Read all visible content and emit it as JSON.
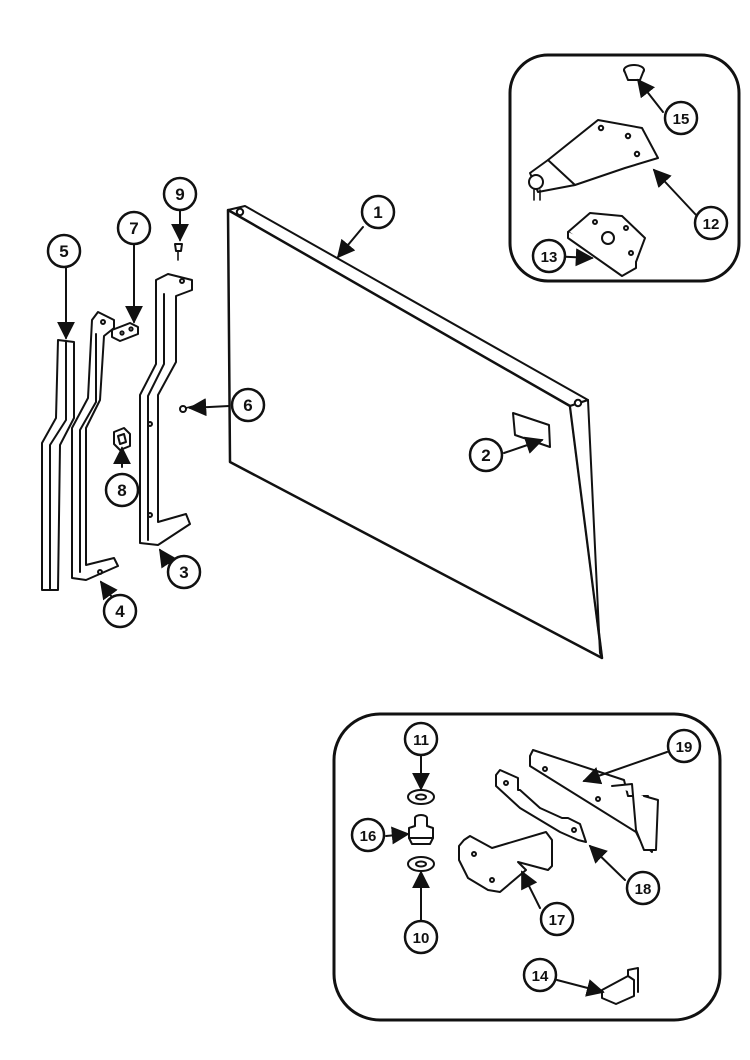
{
  "diagram": {
    "ink_color": "#111111",
    "paper_color": "#ffffff",
    "callouts": [
      {
        "id": "c1",
        "label": "1"
      },
      {
        "id": "c2",
        "label": "2"
      },
      {
        "id": "c3",
        "label": "3"
      },
      {
        "id": "c4",
        "label": "4"
      },
      {
        "id": "c5",
        "label": "5"
      },
      {
        "id": "c6",
        "label": "6"
      },
      {
        "id": "c7",
        "label": "7"
      },
      {
        "id": "c8",
        "label": "8"
      },
      {
        "id": "c9",
        "label": "9"
      },
      {
        "id": "c10",
        "label": "10"
      },
      {
        "id": "c11",
        "label": "11"
      },
      {
        "id": "c12",
        "label": "12"
      },
      {
        "id": "c13",
        "label": "13"
      },
      {
        "id": "c14",
        "label": "14"
      },
      {
        "id": "c15",
        "label": "15"
      },
      {
        "id": "c16",
        "label": "16"
      },
      {
        "id": "c17",
        "label": "17"
      },
      {
        "id": "c18",
        "label": "18"
      },
      {
        "id": "c19",
        "label": "19"
      }
    ]
  }
}
